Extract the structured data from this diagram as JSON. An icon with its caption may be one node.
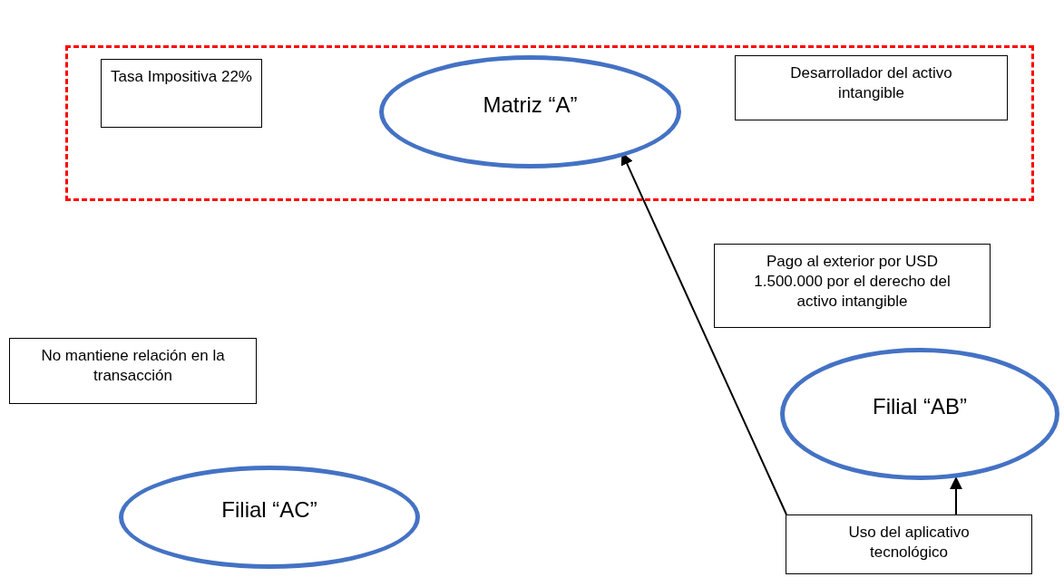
{
  "diagram": {
    "nodes": [
      {
        "text": [],
        "shape": "box"
      },
      {
        "text": [
          "Tasa Impositiva 22%"
        ],
        "in": 0
      },
      {
        "text": [
          "Matriz “A”"
        ],
        "in": 0
      },
      {
        "text": [
          "Desarrollador del activo intangible"
        ],
        "in": 0
      },
      {
        "text": [
          "Pago al exterior por USD 1.500.000 por el derecho del activo intangible"
        ]
      },
      {
        "text": [
          "No mantiene relación en la transacción"
        ]
      },
      {
        "text": [
          "Filial “AB”"
        ]
      },
      {
        "text": [
          "Filial “AC”"
        ]
      },
      {
        "text": [
          "Uso del aplicativo tecnológico"
        ]
      }
    ],
    "edges": [
      {
        "from": 8,
        "to": 2,
        "arrow": "to"
      },
      {
        "from": 8,
        "to": 6,
        "arrow": "to"
      }
    ]
  }
}
